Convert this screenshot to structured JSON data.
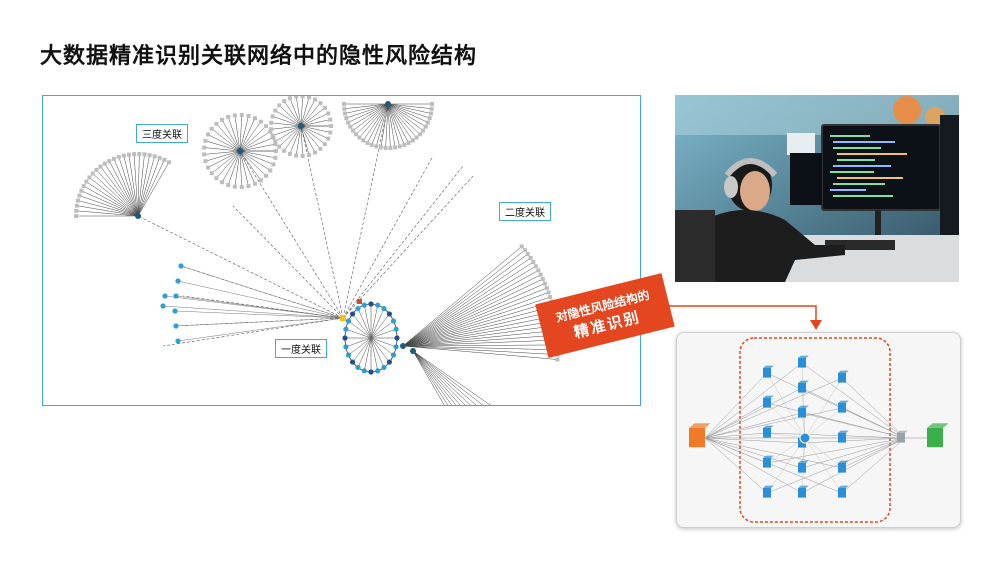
{
  "page": {
    "title": "大数据精准识别关联网络中的隐性风险结构"
  },
  "network": {
    "labels": {
      "third_degree": "三度关联",
      "second_degree": "二度关联",
      "first_degree": "一度关联"
    }
  },
  "callout": {
    "line1": "对隐性风险结构的",
    "line2": "精准识别"
  },
  "colors": {
    "accent": "#e4471f",
    "border": "#3fa9d8",
    "node_blue": "#2f9fd8",
    "node_gray": "#bdbdbd"
  },
  "icons": {
    "photo": "developer-at-workstation-photo",
    "diagram": "risk-structure-graph-icon"
  }
}
